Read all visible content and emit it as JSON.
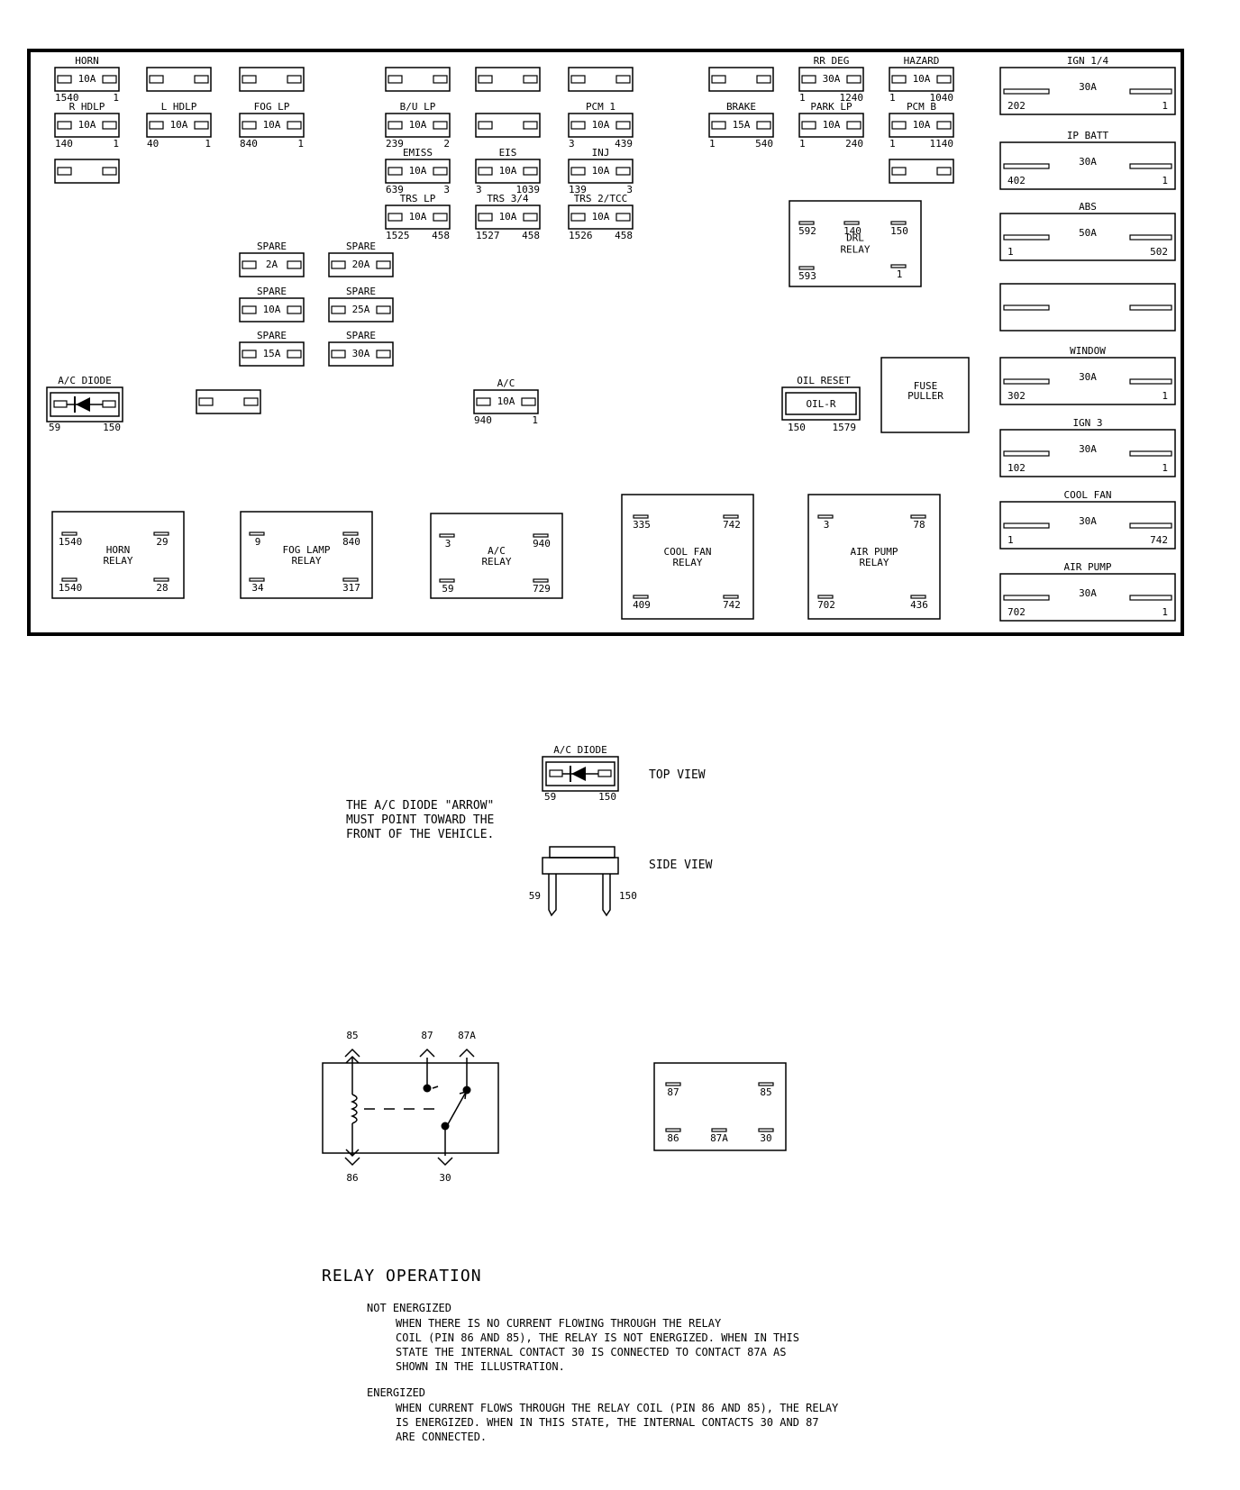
{
  "fuse_box": {
    "fuses": [
      {
        "name": "HORN",
        "rating": "10A",
        "pin_left": "1540",
        "pin_right": "1"
      },
      {
        "name": "",
        "rating": "",
        "pin_left": "",
        "pin_right": ""
      },
      {
        "name": "",
        "rating": "",
        "pin_left": "",
        "pin_right": ""
      },
      {
        "name": "",
        "rating": "",
        "pin_left": "",
        "pin_right": ""
      },
      {
        "name": "",
        "rating": "",
        "pin_left": "",
        "pin_right": ""
      },
      {
        "name": "",
        "rating": "",
        "pin_left": "",
        "pin_right": ""
      },
      {
        "name": "",
        "rating": "",
        "pin_left": "",
        "pin_right": ""
      },
      {
        "name": "RR DEG",
        "rating": "30A",
        "pin_left": "1",
        "pin_right": "1240"
      },
      {
        "name": "HAZARD",
        "rating": "10A",
        "pin_left": "1",
        "pin_right": "1040"
      },
      {
        "name": "R HDLP",
        "rating": "10A",
        "pin_left": "140",
        "pin_right": "1"
      },
      {
        "name": "L HDLP",
        "rating": "10A",
        "pin_left": "40",
        "pin_right": "1"
      },
      {
        "name": "FOG LP",
        "rating": "10A",
        "pin_left": "840",
        "pin_right": "1"
      },
      {
        "name": "B/U LP",
        "rating": "10A",
        "pin_left": "239",
        "pin_right": "2"
      },
      {
        "name": "",
        "rating": "",
        "pin_left": "",
        "pin_right": ""
      },
      {
        "name": "PCM 1",
        "rating": "10A",
        "pin_left": "3",
        "pin_right": "439"
      },
      {
        "name": "BRAKE",
        "rating": "15A",
        "pin_left": "1",
        "pin_right": "540"
      },
      {
        "name": "PARK LP",
        "rating": "10A",
        "pin_left": "1",
        "pin_right": "240"
      },
      {
        "name": "PCM B",
        "rating": "10A",
        "pin_left": "1",
        "pin_right": "1140"
      },
      {
        "name": "",
        "rating": "",
        "pin_left": "",
        "pin_right": ""
      },
      {
        "name": "EMISS",
        "rating": "10A",
        "pin_left": "639",
        "pin_right": "3"
      },
      {
        "name": "EIS",
        "rating": "10A",
        "pin_left": "3",
        "pin_right": "1039"
      },
      {
        "name": "INJ",
        "rating": "10A",
        "pin_left": "139",
        "pin_right": "3"
      },
      {
        "name": "",
        "rating": "",
        "pin_left": "",
        "pin_right": ""
      },
      {
        "name": "TRS LP",
        "rating": "10A",
        "pin_left": "1525",
        "pin_right": "458"
      },
      {
        "name": "TRS 3/4",
        "rating": "10A",
        "pin_left": "1527",
        "pin_right": "458"
      },
      {
        "name": "TRS 2/TCC",
        "rating": "10A",
        "pin_left": "1526",
        "pin_right": "458"
      },
      {
        "name": "SPARE",
        "rating": "2A",
        "pin_left": "",
        "pin_right": ""
      },
      {
        "name": "SPARE",
        "rating": "20A",
        "pin_left": "",
        "pin_right": ""
      },
      {
        "name": "SPARE",
        "rating": "10A",
        "pin_left": "",
        "pin_right": ""
      },
      {
        "name": "SPARE",
        "rating": "25A",
        "pin_left": "",
        "pin_right": ""
      },
      {
        "name": "SPARE",
        "rating": "15A",
        "pin_left": "",
        "pin_right": ""
      },
      {
        "name": "SPARE",
        "rating": "30A",
        "pin_left": "",
        "pin_right": ""
      },
      {
        "name": "",
        "rating": "",
        "pin_left": "",
        "pin_right": ""
      },
      {
        "name": "A/C",
        "rating": "10A",
        "pin_left": "940",
        "pin_right": "1"
      }
    ],
    "maxi_fuses": [
      {
        "name": "IGN 1/4",
        "rating": "30A",
        "pin_left": "202",
        "pin_right": "1"
      },
      {
        "name": "IP BATT",
        "rating": "30A",
        "pin_left": "402",
        "pin_right": "1"
      },
      {
        "name": "ABS",
        "rating": "50A",
        "pin_left": "1",
        "pin_right": "502"
      },
      {
        "name": "",
        "rating": "",
        "pin_left": "",
        "pin_right": ""
      },
      {
        "name": "WINDOW",
        "rating": "30A",
        "pin_left": "302",
        "pin_right": "1"
      },
      {
        "name": "IGN 3",
        "rating": "30A",
        "pin_left": "102",
        "pin_right": "1"
      },
      {
        "name": "COOL FAN",
        "rating": "30A",
        "pin_left": "1",
        "pin_right": "742"
      },
      {
        "name": "AIR PUMP",
        "rating": "30A",
        "pin_left": "702",
        "pin_right": "1"
      }
    ],
    "relays": [
      {
        "name_line1": "HORN",
        "name_line2": "RELAY",
        "pins": [
          "1540",
          "29",
          "1540",
          "28"
        ]
      },
      {
        "name_line1": "FOG LAMP",
        "name_line2": "RELAY",
        "pins": [
          "9",
          "840",
          "34",
          "317"
        ]
      },
      {
        "name_line1": "A/C",
        "name_line2": "RELAY",
        "pins": [
          "3",
          "940",
          "59",
          "729"
        ]
      },
      {
        "name_line1": "COOL FAN",
        "name_line2": "RELAY",
        "pins": [
          "335",
          "742",
          "409",
          "742"
        ]
      },
      {
        "name_line1": "AIR PUMP",
        "name_line2": "RELAY",
        "pins": [
          "3",
          "78",
          "702",
          "436"
        ]
      },
      {
        "name_line1": "DRL",
        "name_line2": "RELAY",
        "pins": [
          "592",
          "140",
          "150",
          "593",
          "1"
        ]
      }
    ],
    "ac_diode": {
      "label": "A/C DIODE",
      "pin_left": "59",
      "pin_right": "150"
    },
    "oil_reset": {
      "label": "OIL RESET",
      "body": "OIL-R",
      "pin_left": "150",
      "pin_right": "1579"
    },
    "fuse_puller": {
      "line1": "FUSE",
      "line2": "PULLER"
    }
  },
  "diode_detail": {
    "label": "A/C DIODE",
    "pin_left": "59",
    "pin_right": "150",
    "top_view": "TOP VIEW",
    "side_view": "SIDE VIEW",
    "note_lines": [
      "THE A/C DIODE \"ARROW\"",
      "MUST POINT TOWARD THE",
      "FRONT OF THE VEHICLE."
    ]
  },
  "relay_schematic": {
    "pins": {
      "p85": "85",
      "p87": "87",
      "p87a": "87A",
      "p86": "86",
      "p30": "30"
    },
    "pinout": [
      "87",
      "85",
      "86",
      "87A",
      "30"
    ]
  },
  "relay_operation": {
    "title": "RELAY OPERATION",
    "not_energized_heading": "NOT ENERGIZED",
    "not_energized_text": "WHEN THERE IS NO CURRENT FLOWING THROUGH THE RELAY\nCOIL (PIN 86 AND 85), THE RELAY IS NOT ENERGIZED.  WHEN IN THIS\nSTATE THE INTERNAL CONTACT 30 IS CONNECTED TO CONTACT 87A AS\nSHOWN IN THE ILLUSTRATION.",
    "energized_heading": "ENERGIZED",
    "energized_text": "WHEN CURRENT FLOWS THROUGH THE RELAY COIL (PIN 86 AND 85), THE RELAY\nIS ENERGIZED.  WHEN IN THIS STATE, THE INTERNAL CONTACTS 30 AND 87\nARE CONNECTED."
  }
}
